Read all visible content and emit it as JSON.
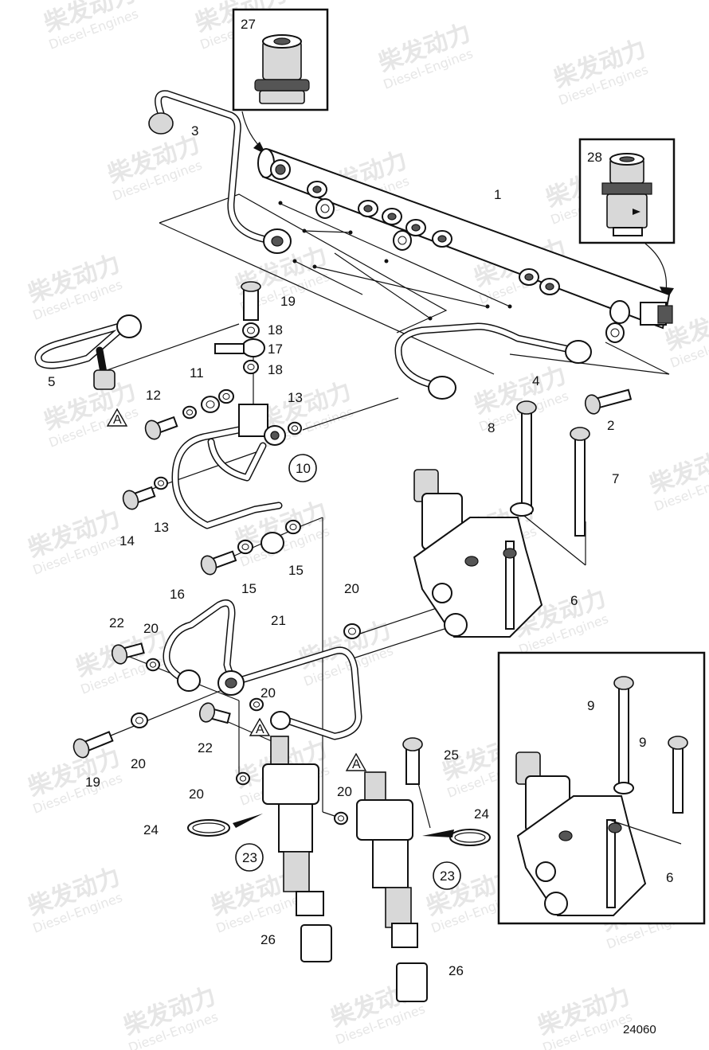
{
  "watermark": {
    "cn": "柴发动力",
    "en": "Diesel-Engines"
  },
  "figure_code": "24060",
  "callouts": [
    "1",
    "2",
    "3",
    "4",
    "5",
    "6",
    "7",
    "8",
    "9",
    "10",
    "11",
    "12",
    "13",
    "14",
    "15",
    "16",
    "17",
    "18",
    "19",
    "20",
    "21",
    "22",
    "23",
    "24",
    "25",
    "26",
    "27",
    "28"
  ],
  "reference_marker": "A"
}
